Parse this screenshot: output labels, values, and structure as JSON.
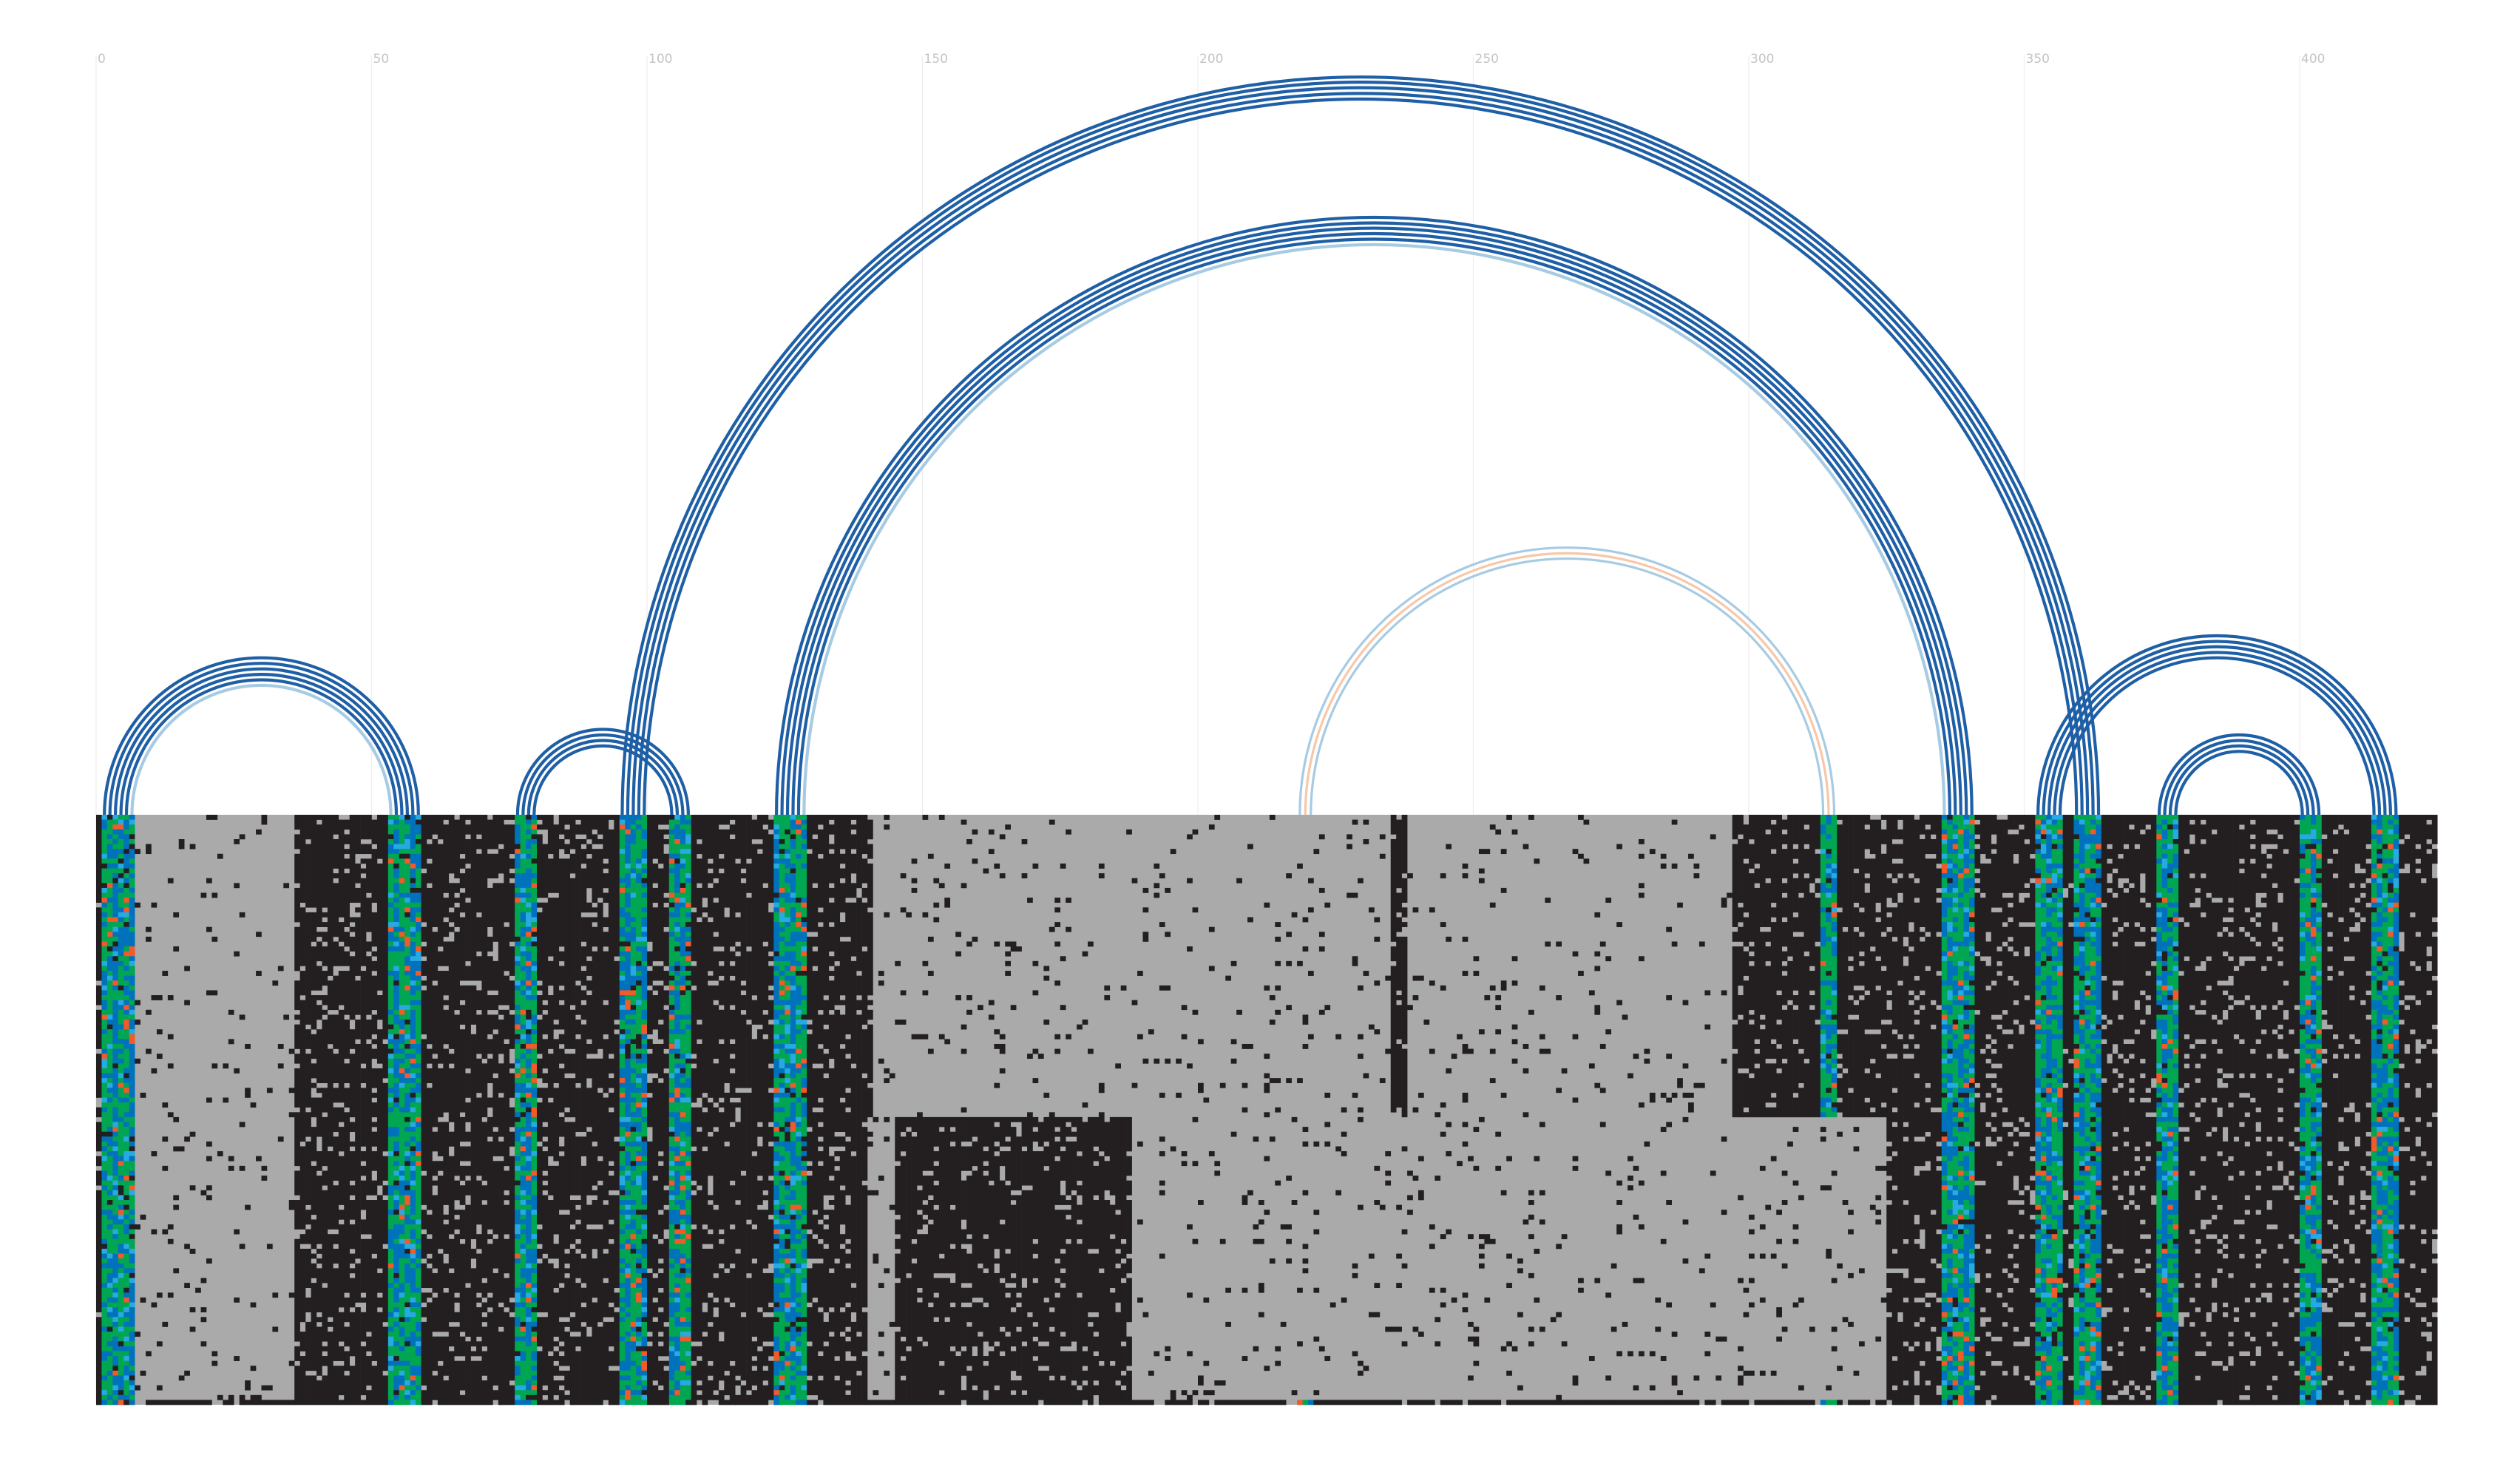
{
  "diagram": {
    "type": "rna-arc-alignment",
    "axis_ticks": [
      "0",
      "50",
      "100",
      "150",
      "200",
      "250",
      "300",
      "350",
      "400"
    ],
    "axis_tick_values": [
      0,
      50,
      100,
      150,
      200,
      250,
      300,
      350,
      400
    ],
    "axis_range": [
      0,
      425
    ],
    "alignment_rows": 121,
    "colors": {
      "gap": "#aaaaaa",
      "unpaired": "#231f20",
      "paired_green": "#00a651",
      "paired_blue": "#0072bc",
      "paired_cyan": "#27aae1",
      "mismatch_orange": "#f15a29",
      "arc_dark": "#1f5fa6",
      "arc_light": "#a6cbe3",
      "arc_peach": "#f7c7a8"
    },
    "helices": [
      {
        "left_start": 1,
        "right_end": 58,
        "pairs": 6,
        "style": "dark"
      },
      {
        "left_start": 76,
        "right_end": 107,
        "pairs": 4,
        "style": "dark"
      },
      {
        "left_start": 95,
        "right_end": 363,
        "pairs": 5,
        "style": "dark"
      },
      {
        "left_start": 123,
        "right_end": 340,
        "pairs": 6,
        "style": "dark"
      },
      {
        "left_start": 218,
        "right_end": 315,
        "pairs": 3,
        "style": "light"
      },
      {
        "left_start": 352,
        "right_end": 417,
        "pairs": 5,
        "style": "dark"
      },
      {
        "left_start": 374,
        "right_end": 403,
        "pairs": 4,
        "style": "dark"
      }
    ],
    "gap_blocks": [
      {
        "start": 7,
        "end": 36,
        "row_from": 0,
        "row_to": 120,
        "note": "left gap column"
      },
      {
        "start": 141,
        "end": 188,
        "row_from": 0,
        "row_to": 62
      },
      {
        "start": 238,
        "end": 297,
        "row_from": 0,
        "row_to": 62
      },
      {
        "start": 188,
        "end": 235,
        "row_from": 0,
        "row_to": 62
      },
      {
        "start": 188,
        "end": 325,
        "row_from": 62,
        "row_to": 120
      },
      {
        "start": 140,
        "end": 145,
        "row_from": 62,
        "row_to": 120
      }
    ]
  }
}
